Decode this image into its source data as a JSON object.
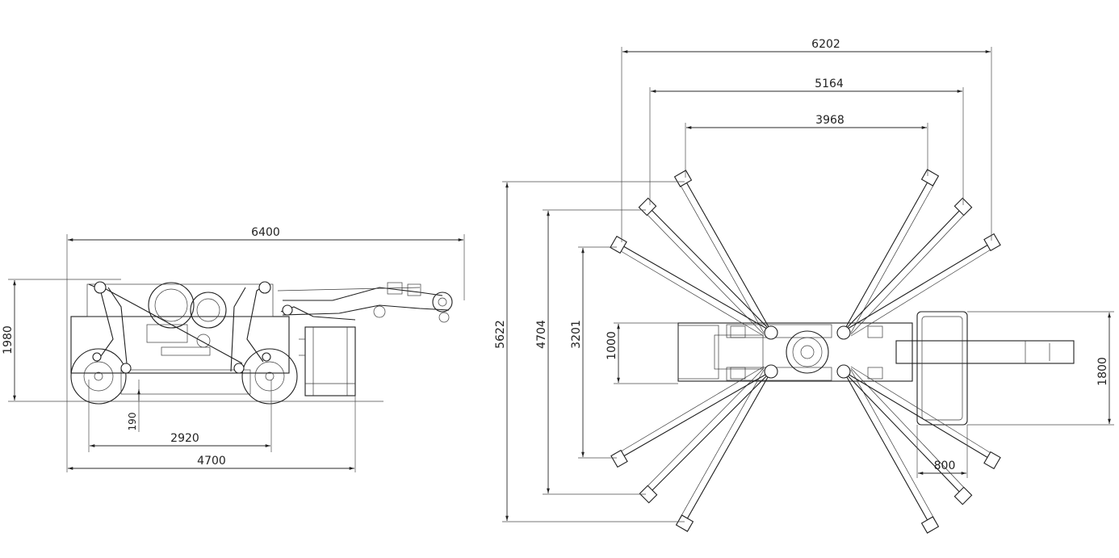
{
  "side_view": {
    "overall_length": "6400",
    "height": "1980",
    "ground_clearance": "190",
    "wheelbase": "2920",
    "base_length": "4700"
  },
  "top_view": {
    "span_outer": "6202",
    "span_middle": "5164",
    "span_inner": "3968",
    "depth_outer": "5622",
    "depth_middle": "4704",
    "depth_inner": "3201",
    "track_width": "1000",
    "basket_width": "1800",
    "basket_depth": "800"
  },
  "icons": [
    "crawler-crane-side-view",
    "outrigger-pad-icon",
    "slew-ring-icon"
  ]
}
